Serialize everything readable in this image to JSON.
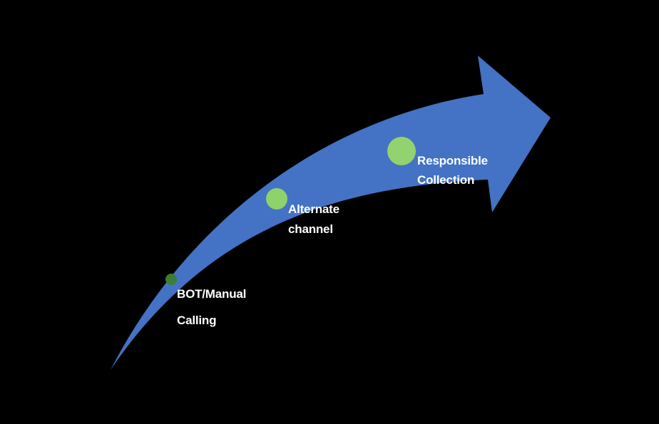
{
  "diagram": {
    "colors": {
      "background": "#000000",
      "arrow_fill": "#4472c4",
      "marker_small": "#3e7d34",
      "marker_medium": "#8ed36a",
      "marker_large": "#92d36f",
      "label_text": "#ffffff"
    },
    "milestones": [
      {
        "stage": 1,
        "line1": "BOT/Manual",
        "line2": "Calling"
      },
      {
        "stage": 2,
        "line1": "Alternate",
        "line2": "channel"
      },
      {
        "stage": 3,
        "line1": "Responsible",
        "line2": "Collection"
      }
    ]
  }
}
